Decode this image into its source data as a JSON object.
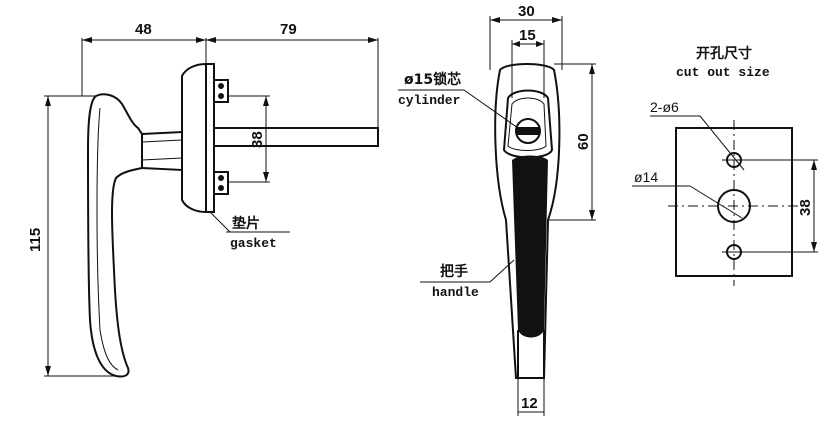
{
  "side_view": {
    "dim_handle_length": "115",
    "dim_base_depth": "48",
    "dim_shaft_length": "79",
    "dim_screw_spacing": "38",
    "gasket_label_cn": "垫片",
    "gasket_label_en": "gasket"
  },
  "front_view": {
    "dim_total_width": "30",
    "dim_cylinder_width": "15",
    "dim_body_height": "60",
    "dim_handle_tip_width": "12",
    "cylinder_label_cn": "ø15锁芯",
    "cylinder_label_en": "cylinder",
    "handle_label_cn": "把手",
    "handle_label_en": "handle"
  },
  "cutout_view": {
    "title_cn": "开孔尺寸",
    "title_en": "cut out size",
    "small_holes_label": "2-ø6",
    "big_hole_label": "ø14",
    "dim_hole_spacing": "38"
  }
}
